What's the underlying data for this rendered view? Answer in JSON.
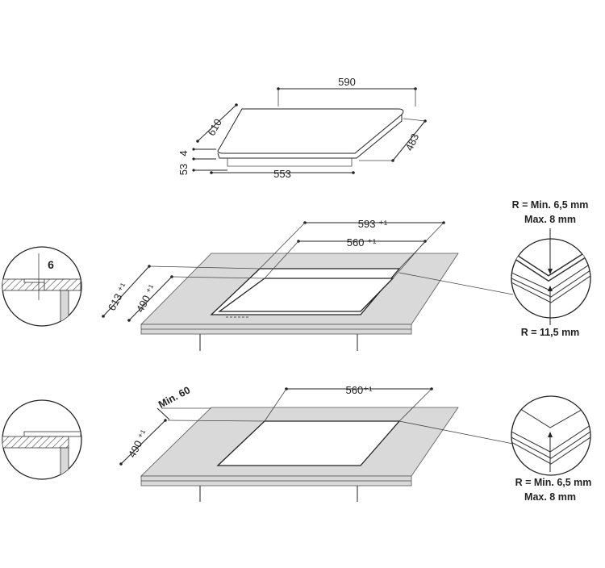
{
  "top_view": {
    "width": "590",
    "depth": "610",
    "thickness_top": "4",
    "thickness_total": "53",
    "bottom_width": "553",
    "bottom_depth": "483"
  },
  "inset_install": {
    "cutout_width": "593 ⁺¹",
    "cutout_width_inner": "560 ⁺¹",
    "cutout_depth": "613 ⁺¹",
    "cutout_depth_inner": "490 ⁺¹",
    "recess_depth": "6",
    "radius_top_line1": "R = Min. 6,5 mm",
    "radius_top_line2": "Max. 8 mm",
    "radius_bottom": "R = 11,5 mm"
  },
  "surface_install": {
    "cutout_width": "560⁺¹",
    "min_distance": "Min. 60",
    "cutout_depth": "490 ⁺¹",
    "radius_line1": "R = Min. 6,5 mm",
    "radius_line2": "Max. 8 mm"
  }
}
